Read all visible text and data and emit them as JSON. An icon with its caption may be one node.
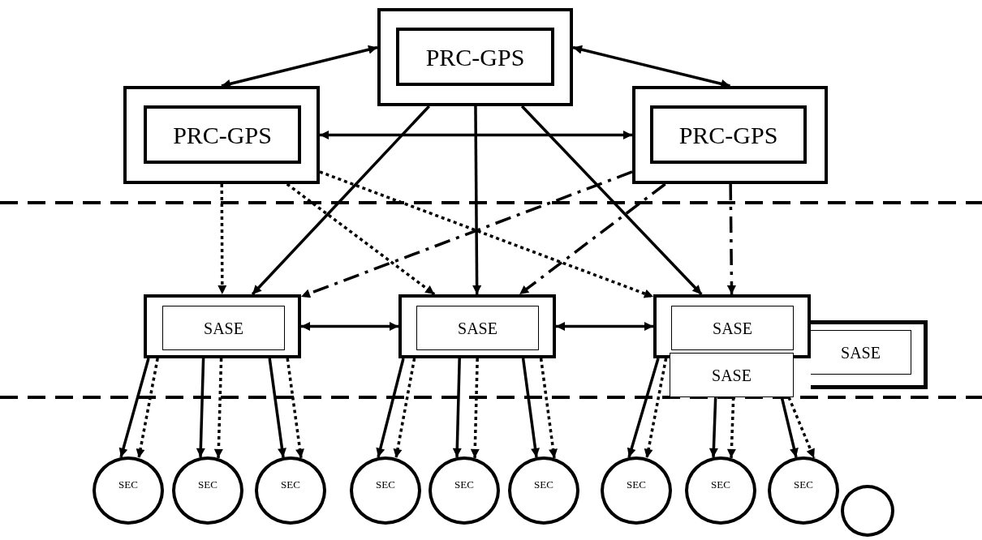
{
  "diagram": {
    "nodes": [
      {
        "text": [],
        "shape": "box"
      },
      {
        "text": [
          "PRC-GPS"
        ],
        "in": 0
      },
      {
        "text": [],
        "shape": "box"
      },
      {
        "text": [
          "PRC-GPS"
        ],
        "in": 2
      },
      {
        "text": [],
        "shape": "box"
      },
      {
        "text": [
          "PRC-GPS"
        ],
        "in": 4
      },
      {
        "text": [],
        "shape": "box"
      },
      {
        "text": [
          "SASE"
        ],
        "in": 6
      },
      {
        "text": [],
        "shape": "box"
      },
      {
        "text": [
          "SASE"
        ],
        "in": 8
      },
      {
        "text": [],
        "shape": "box"
      },
      {
        "text": [
          "SASE"
        ],
        "in": 10
      },
      {
        "text": [],
        "shape": "box"
      },
      {
        "text": [
          "SASE"
        ],
        "in": 12
      },
      {
        "text": [
          "SASE"
        ]
      },
      {
        "text": [
          "SEC"
        ]
      },
      {
        "text": [
          "SEC"
        ]
      },
      {
        "text": [
          "SEC"
        ]
      },
      {
        "text": [
          "SEC"
        ]
      },
      {
        "text": [
          "SEC"
        ]
      },
      {
        "text": [
          "SEC"
        ]
      },
      {
        "text": [
          "SEC"
        ]
      },
      {
        "text": [
          "SEC"
        ]
      },
      {
        "text": [
          "SEC"
        ]
      },
      {
        "text": [],
        "shape": "circle"
      }
    ],
    "edges": [
      {
        "from": 0,
        "to": 2,
        "arrow": "both"
      },
      {
        "from": 0,
        "to": 4,
        "arrow": "both"
      },
      {
        "from": 2,
        "to": 4,
        "arrow": "both"
      },
      {
        "from": 0,
        "to": 6,
        "arrow": "to"
      },
      {
        "from": 0,
        "to": 8,
        "arrow": "to"
      },
      {
        "from": 0,
        "to": 10,
        "arrow": "to"
      },
      {
        "from": 2,
        "to": 6,
        "arrow": "to",
        "style": "dashed"
      },
      {
        "from": 2,
        "to": 8,
        "arrow": "to",
        "style": "dashed"
      },
      {
        "from": 2,
        "to": 10,
        "arrow": "to",
        "style": "dashed"
      },
      {
        "from": 4,
        "to": 6,
        "arrow": "to",
        "style": "dashed"
      },
      {
        "from": 4,
        "to": 8,
        "arrow": "to",
        "style": "dashed"
      },
      {
        "from": 4,
        "to": 10,
        "arrow": "to",
        "style": "dashed"
      },
      {
        "from": 6,
        "to": 8,
        "arrow": "both"
      },
      {
        "from": 8,
        "to": 10,
        "arrow": "both"
      },
      {
        "from": 6,
        "to": 15,
        "arrow": "to"
      },
      {
        "from": 6,
        "to": 15,
        "arrow": "to",
        "style": "dashed"
      },
      {
        "from": 6,
        "to": 16,
        "arrow": "to"
      },
      {
        "from": 6,
        "to": 16,
        "arrow": "to",
        "style": "dashed"
      },
      {
        "from": 6,
        "to": 17,
        "arrow": "to"
      },
      {
        "from": 6,
        "to": 17,
        "arrow": "to",
        "style": "dashed"
      },
      {
        "from": 8,
        "to": 18,
        "arrow": "to"
      },
      {
        "from": 8,
        "to": 18,
        "arrow": "to",
        "style": "dashed"
      },
      {
        "from": 8,
        "to": 19,
        "arrow": "to"
      },
      {
        "from": 8,
        "to": 19,
        "arrow": "to",
        "style": "dashed"
      },
      {
        "from": 8,
        "to": 20,
        "arrow": "to"
      },
      {
        "from": 8,
        "to": 20,
        "arrow": "to",
        "style": "dashed"
      },
      {
        "from": 10,
        "to": 21,
        "arrow": "to"
      },
      {
        "from": 10,
        "to": 21,
        "arrow": "to",
        "style": "dashed"
      },
      {
        "from": 14,
        "to": 22,
        "arrow": "to"
      },
      {
        "from": 14,
        "to": 22,
        "arrow": "to",
        "style": "dashed"
      },
      {
        "from": 14,
        "to": 23,
        "arrow": "to"
      },
      {
        "from": 14,
        "to": 23,
        "arrow": "to",
        "style": "dashed"
      }
    ]
  }
}
